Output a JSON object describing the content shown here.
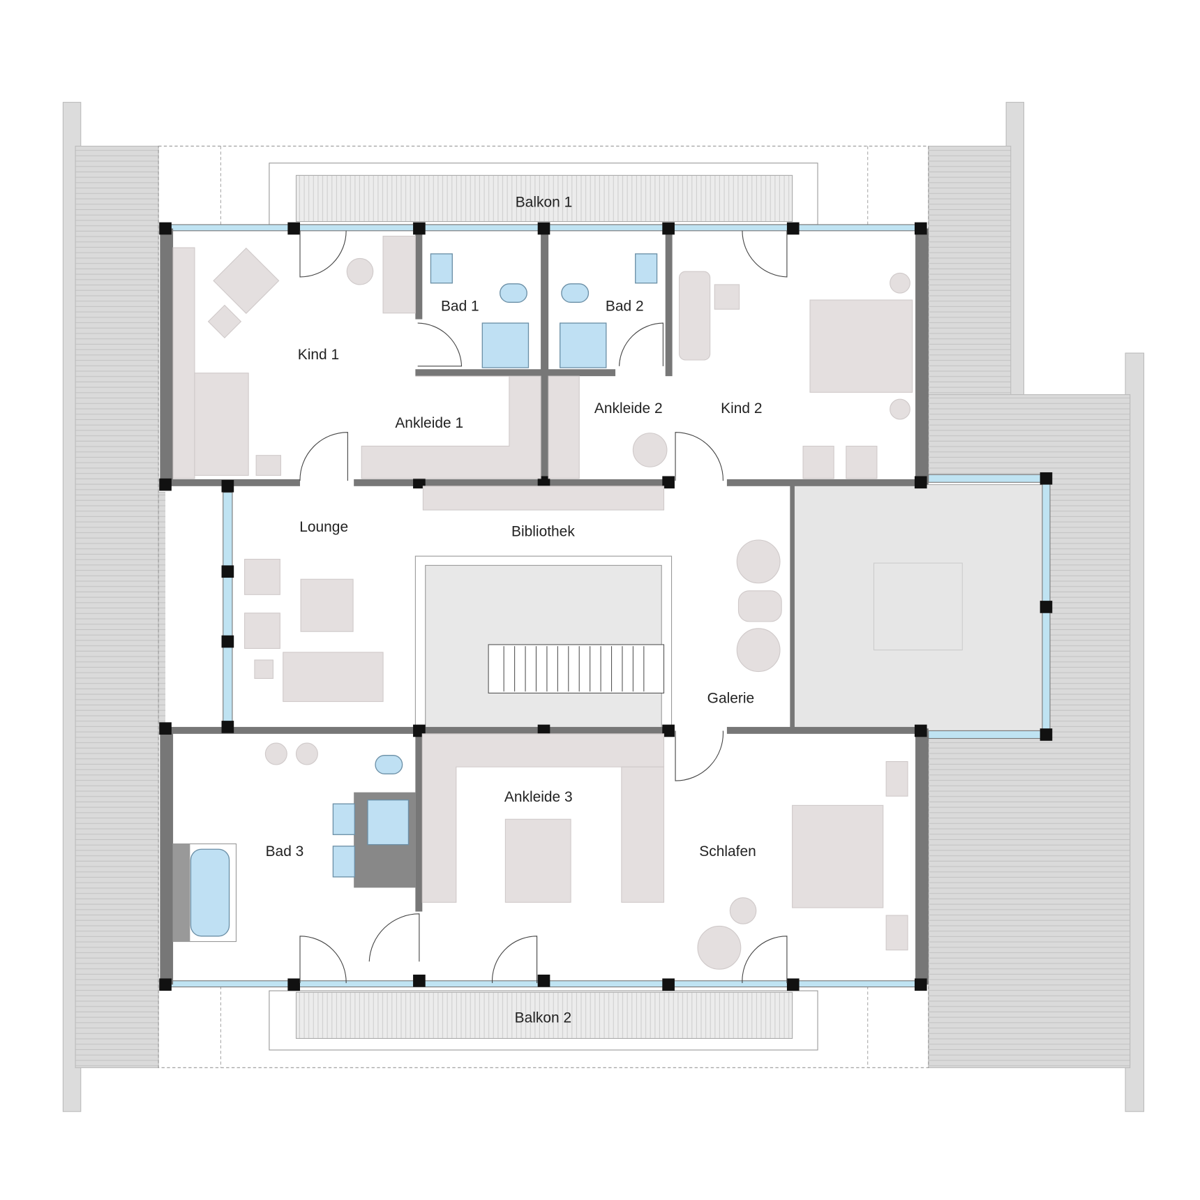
{
  "rooms": {
    "balkon1": "Balkon 1",
    "balkon2": "Balkon 2",
    "kind1": "Kind 1",
    "kind2": "Kind 2",
    "bad1": "Bad 1",
    "bad2": "Bad 2",
    "bad3": "Bad 3",
    "ankleide1": "Ankleide 1",
    "ankleide2": "Ankleide 2",
    "ankleide3": "Ankleide 3",
    "lounge": "Lounge",
    "bibliothek": "Bibliothek",
    "galerie": "Galerie",
    "schlafen": "Schlafen"
  },
  "colors": {
    "wall": "#777777",
    "window_glass": "#bfe3f2",
    "furniture": "#e4dfdf",
    "sanitary": "#bfe0f3",
    "roof": "#d9d9d9"
  }
}
